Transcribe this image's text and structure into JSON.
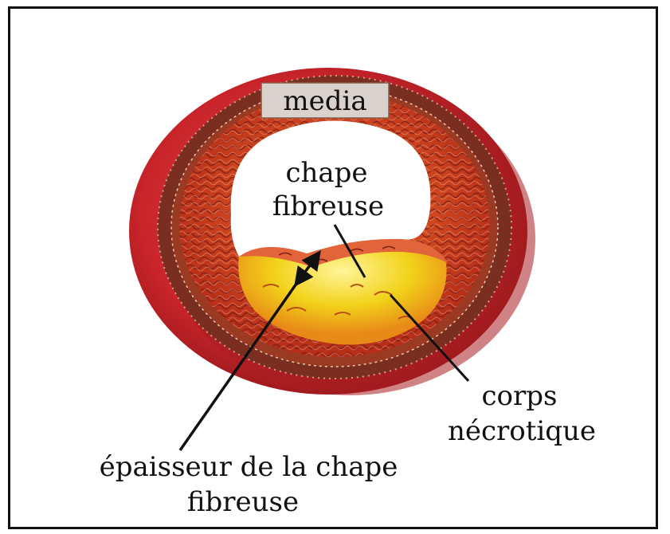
{
  "labels": {
    "media": "media",
    "chape_line1": "chape",
    "chape_line2": "fibreuse",
    "corps_line1": "corps",
    "corps_line2": "nécrotique",
    "epaisseur_line1": "épaisseur de la chape",
    "epaisseur_line2": "fibreuse"
  },
  "colors": {
    "adventitia": "#c8242a",
    "media_band": "#7a2e1f",
    "intima": "#d9481e",
    "plaque": "#f2d21a",
    "lumen": "#ffffff",
    "arrow": "#111111",
    "label_box": "#d9d2cd"
  }
}
